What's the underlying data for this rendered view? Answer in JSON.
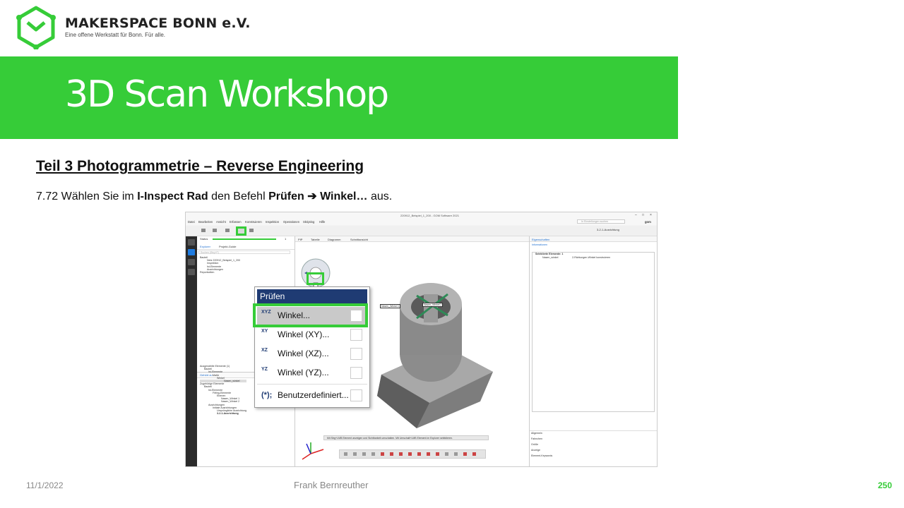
{
  "header": {
    "org_name": "MAKERSPACE BONN e.V.",
    "org_tagline": "Eine offene Werkstatt für Bonn. Für alle.",
    "brand_color": "#36cc38"
  },
  "slide": {
    "title": "3D Scan Workshop",
    "heading": "Teil 3  Photogrammetrie  – Reverse Engineering",
    "instruction": {
      "step": "7.72",
      "part1": "Wählen Sie im",
      "bold1": "I-Inspect Rad",
      "part2": "den Befehl",
      "bold2": "Prüfen",
      "arrow": "➔",
      "bold3": "Winkel…",
      "part3": "aus."
    }
  },
  "footer": {
    "date": "11/1/2022",
    "author": "Frank Bernreuther",
    "page": "250"
  },
  "screenshot": {
    "window_title": "220912_Beispiel_1_200 - GOM Software 2021",
    "menu": [
      "Datei",
      "Bearbeiten",
      "Ansicht",
      "Erfassen",
      "Konstruieren",
      "Inspektion",
      "Operationen",
      "Skripting",
      "Hilfe"
    ],
    "search_placeholder": "In Einstellungen suchen",
    "brand": "gom",
    "alignment_selector": "3-2-1-Ausrichtung",
    "explorer": {
      "status_label": "Status",
      "status_count": "1",
      "tabs": [
        "Explorer",
        "Projekt-Guide"
      ],
      "search_placeholder": "Suchen (Strg+F)",
      "tree_top": [
        "Bauteil",
        "Netz 220912_Beispiel_1_200",
        "Inspektion",
        "Ist-Elemente",
        "Ausrichtungen",
        "Reportseiten"
      ],
      "bottom_tab": "Gehört zu",
      "tree_bottom": [
        "Ausgewählte Elemente (1)",
        "Bauteil",
        "Ist-Elemente",
        "Maße",
        "Winkel",
        "Nasen_winkel",
        "Zugehörige Elemente",
        "Bauteil",
        "Ist-Elemente",
        "Fitting-Elemente",
        "Ebenen",
        "Nasen_Winkel 1",
        "Nasen_Winkel 2",
        "Ausrichtungen",
        "Initiale Ausrichtungen",
        "Ursprüngliche Ausrichtung",
        "3-2-1-Ausrichtung"
      ]
    },
    "viewport": {
      "tabs": [
        "PIP",
        "Tabelle",
        "Diagramm",
        "Schnittansicht"
      ],
      "label1": "Nasen_Winkel 1",
      "label2": "Nasen_Winkel 2",
      "hint": "Mit Strg+LMB Element anzeigen und Sichtbarkeit umschalten. Mit Umschalt+LMB Element im Explorer selektieren."
    },
    "properties": {
      "tabs": [
        "Eigenschaften"
      ],
      "section": "Informationen",
      "selected_label": "Selektierte Elemente: 1",
      "item_name": "Nasen_winkel",
      "item_desc": "2-Richtungen-Winkel konstruieren",
      "footer_items": [
        "Allgemein",
        "Fahnchen",
        "Größe",
        "Anzeige",
        "Element-Keywords"
      ]
    },
    "popup": {
      "title": "Prüfen",
      "items": [
        {
          "icon": "XYZ",
          "label": "Winkel..."
        },
        {
          "icon": "XY",
          "label": "Winkel (XY)..."
        },
        {
          "icon": "XZ",
          "label": "Winkel (XZ)..."
        },
        {
          "icon": "YZ",
          "label": "Winkel (YZ)..."
        },
        {
          "icon": "(*);",
          "label": "Benutzerdefiniert..."
        }
      ]
    }
  }
}
